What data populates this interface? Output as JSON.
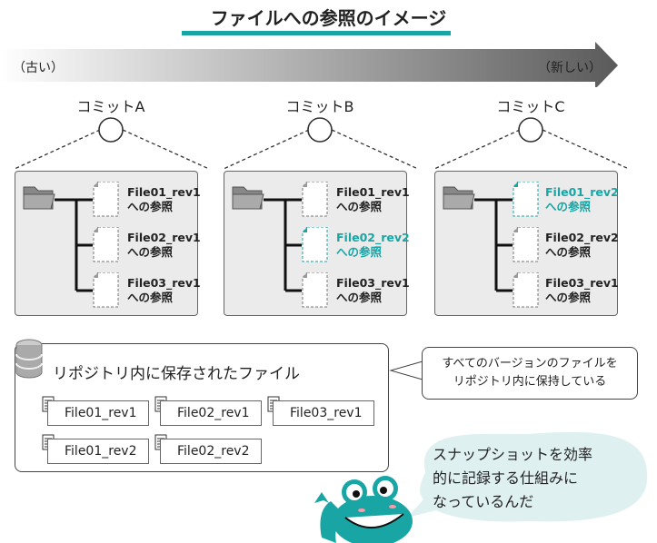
{
  "title": "ファイルへの参照のイメージ",
  "timeline": {
    "old": "（古い）",
    "new": "（新しい）"
  },
  "commits": [
    {
      "label": "コミットA",
      "files": [
        {
          "name": "File01_rev1",
          "ref": "への参照",
          "highlight": false
        },
        {
          "name": "File02_rev1",
          "ref": "への参照",
          "highlight": false
        },
        {
          "name": "File03_rev1",
          "ref": "への参照",
          "highlight": false
        }
      ]
    },
    {
      "label": "コミットB",
      "files": [
        {
          "name": "File01_rev1",
          "ref": "への参照",
          "highlight": false
        },
        {
          "name": "File02_rev2",
          "ref": "への参照",
          "highlight": true
        },
        {
          "name": "File03_rev1",
          "ref": "への参照",
          "highlight": false
        }
      ]
    },
    {
      "label": "コミットC",
      "files": [
        {
          "name": "File01_rev2",
          "ref": "への参照",
          "highlight": true
        },
        {
          "name": "File02_rev2",
          "ref": "への参照",
          "highlight": false
        },
        {
          "name": "File03_rev1",
          "ref": "への参照",
          "highlight": false
        }
      ]
    }
  ],
  "repository": {
    "title": "リポジトリ内に保存されたファイル",
    "files": [
      "File01_rev1",
      "File02_rev1",
      "File03_rev1",
      "File01_rev2",
      "File02_rev2"
    ]
  },
  "callout": {
    "line1": "すべてのバージョンのファイルを",
    "line2": "リポジトリ内に保持している"
  },
  "speech": {
    "line1": "スナップショットを効率",
    "line2": "的に記録する仕組みに",
    "line3": "なっているんだ"
  },
  "colors": {
    "accent": "#1aa5a5",
    "panel_bg": "#ebebeb",
    "bubble_bg": "#dff0f0",
    "frog": "#1aa5a5"
  },
  "icons": [
    "folder-icon",
    "document-icon",
    "database-icon",
    "frog-mascot"
  ]
}
